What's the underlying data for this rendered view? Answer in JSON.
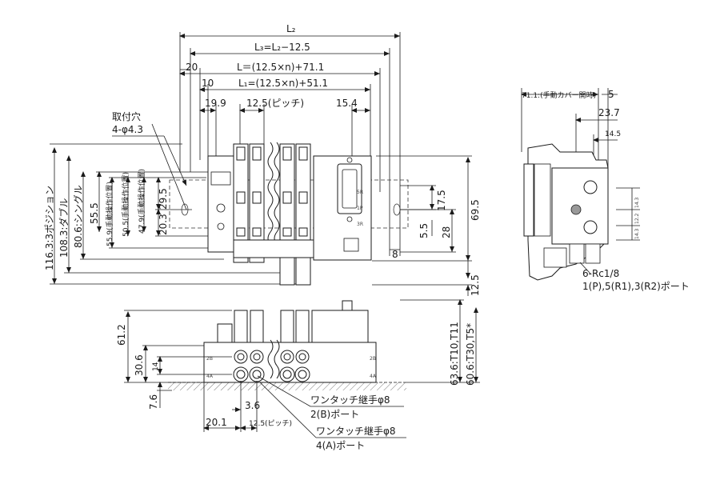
{
  "top_dims": {
    "l2": "L₂",
    "l3": "L₃=L₂−12.5",
    "d20": "20",
    "l": "L＝(12.5×n)+71.1",
    "d10": "10",
    "l1": "L₁=(12.5×n)+51.1",
    "d19_9": "19.9",
    "pitch": "12.5(ピッチ)",
    "d15_4": "15.4"
  },
  "mount_hole": {
    "line1": "取付穴",
    "line2": "4-φ4.3"
  },
  "left_dims": {
    "v116": "116.3:3ポジション",
    "v108": "108.3:ダブル",
    "v80": "80.6:シングル",
    "v55_5": "55.5",
    "v55_9": "55.9(手動操作位置)",
    "v50_5": "50.5(手動操作位置)",
    "v47_9": "47.9(手動操作位置)",
    "v29_5": "29.5",
    "v20_3": "20.3"
  },
  "right_dims": {
    "v17_5": "17.5",
    "v69_5": "69.5",
    "v28": "28",
    "v5_5": "5.5",
    "h8": "8",
    "v12_5": "12.5"
  },
  "side_view": {
    "d71": "71.1:(手動カバー開時)",
    "d5": "5",
    "d23": "23.7",
    "d14": "14.5",
    "d143": "14.3",
    "d122": "12.2",
    "d143b": "14.3",
    "port_spec": "6-Rc1/8",
    "port_desc": "1(P),5(R1),3(R2)ポート"
  },
  "bottom": {
    "v61": "61.2",
    "v30": "30.6",
    "v14": "14",
    "v7": "7.6",
    "h3": "3.6",
    "h20": "20.1",
    "pitch": "12.5(ピッチ)",
    "r63": "63.6:T10,T11",
    "r60": "60.6:T30,T5*",
    "call1_line1": "ワンタッチ継手φ8",
    "call1_line2": "2(B)ポート",
    "call2_line1": "ワンタッチ継手φ8",
    "call2_line2": "4(A)ポート"
  },
  "body_marks": {
    "m5r": "5R",
    "m1p": "1P",
    "m3r": "3R",
    "m2b": "2B",
    "m4a": "4A"
  }
}
